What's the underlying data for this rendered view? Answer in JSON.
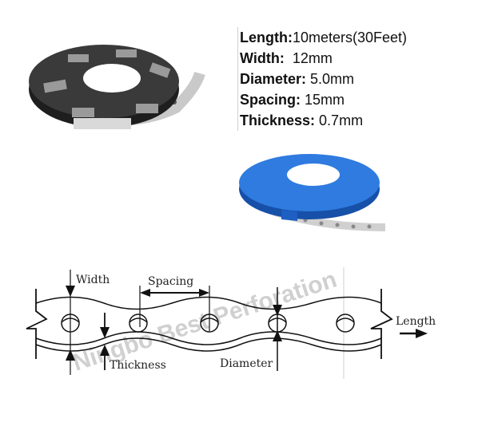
{
  "specs": [
    {
      "label": "Length:",
      "value": "10meters(30Feet)"
    },
    {
      "label": "Width:",
      "value": "  12mm"
    },
    {
      "label": "Diameter:",
      "value": " 5.0mm"
    },
    {
      "label": "Spacing:",
      "value": " 15mm"
    },
    {
      "label": "Thickness:",
      "value": " 0.7mm"
    }
  ],
  "products": [
    {
      "name": "black-coil",
      "color": "#2a2a2a"
    },
    {
      "name": "blue-coil",
      "color": "#1f6fd1"
    }
  ],
  "diagram": {
    "labels": {
      "width": "Width",
      "spacing": "Spacing",
      "thickness": "Thickness",
      "diameter": "Diameter",
      "length": "Length"
    },
    "watermark": "Ningbo Best Perforation"
  }
}
